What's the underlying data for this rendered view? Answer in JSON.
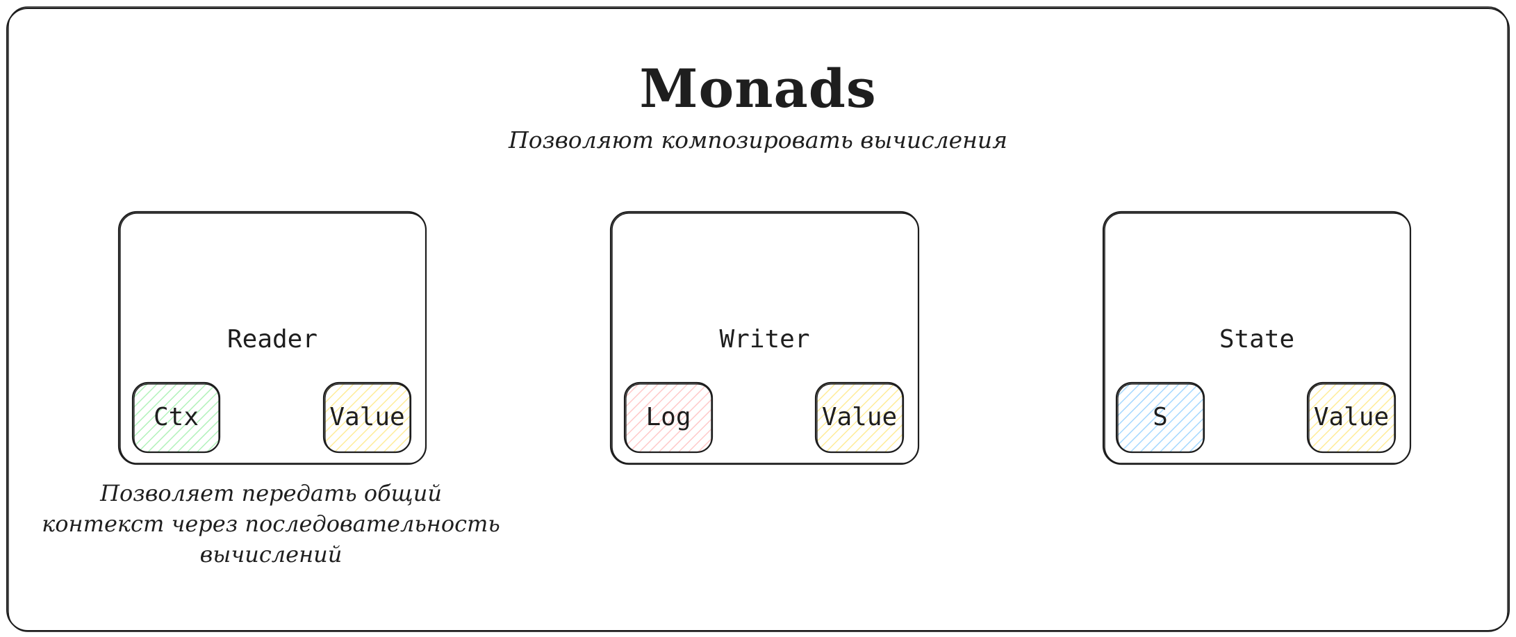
{
  "diagram": {
    "title": "Monads",
    "subtitle": "Позволяют композировать вычисления",
    "monads": [
      {
        "label": "Reader",
        "parts": [
          {
            "label": "Ctx",
            "color": "#b2f2bb"
          },
          {
            "label": "Value",
            "color": "#ffec99"
          }
        ],
        "note_lines": [
          "Позволяет передать общий",
          "контекст через последовательность",
          "вычислений"
        ]
      },
      {
        "label": "Writer",
        "parts": [
          {
            "label": "Log",
            "color": "#ffc9c9"
          },
          {
            "label": "Value",
            "color": "#ffec99"
          }
        ]
      },
      {
        "label": "State",
        "parts": [
          {
            "label": "S",
            "color": "#a5d8ff"
          },
          {
            "label": "Value",
            "color": "#ffec99"
          }
        ]
      }
    ],
    "colors": {
      "stroke": "#1e1e1e",
      "background": "#ffffff"
    }
  }
}
